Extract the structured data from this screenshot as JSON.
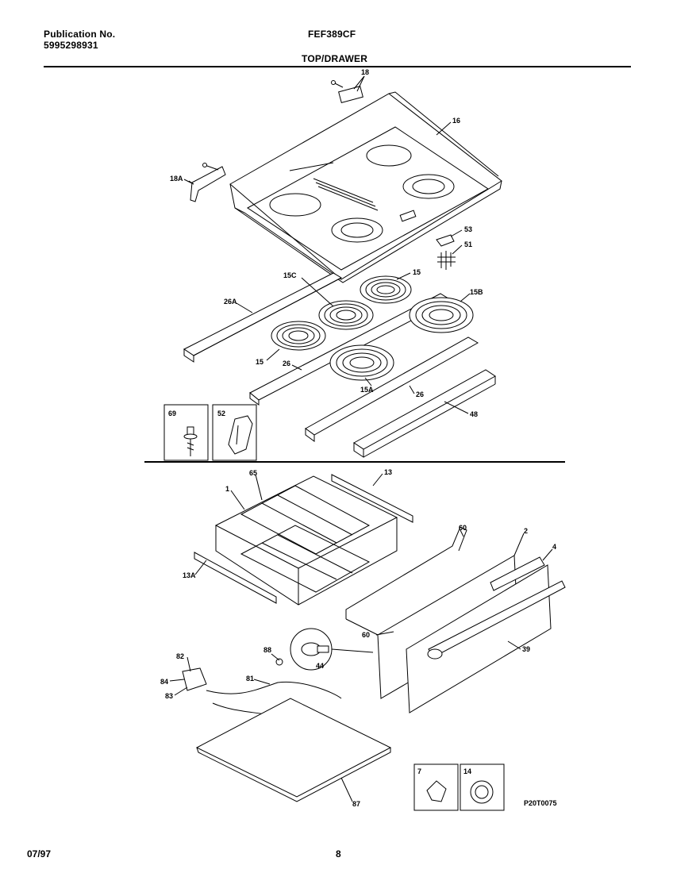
{
  "header": {
    "publication_label": "Publication No.",
    "publication_number": "5995298931",
    "model": "FEF389CF",
    "section_title": "TOP/DRAWER"
  },
  "footer": {
    "date": "07/97",
    "page": "8"
  },
  "figure_code": "P20T0075",
  "part_callouts": {
    "top_bracket": "18",
    "cooktop": "16",
    "left_bracket": "18A",
    "clip_53": "53",
    "screw_51": "51",
    "element_15_top": "15",
    "element_15C": "15C",
    "element_15B": "15B",
    "element_15_left": "15",
    "element_15A": "15A",
    "rail_26A": "26A",
    "rail_26_left": "26",
    "rail_26_front": "26",
    "trim_48": "48",
    "inset_69": "69",
    "inset_52": "52",
    "rack_65": "65",
    "drawer_body_1": "1",
    "drawer_rail_13": "13",
    "drawer_rail_13A": "13A",
    "gasket_60_top": "60",
    "panel_2": "2",
    "handle_4": "4",
    "glide_60_front": "60",
    "panel_39": "39",
    "knob_44": "44",
    "bolt_88": "88",
    "plug_82": "82",
    "plug_84": "84",
    "plug_83": "83",
    "wire_81": "81",
    "bottom_87": "87",
    "inset_7": "7",
    "inset_14": "14"
  }
}
